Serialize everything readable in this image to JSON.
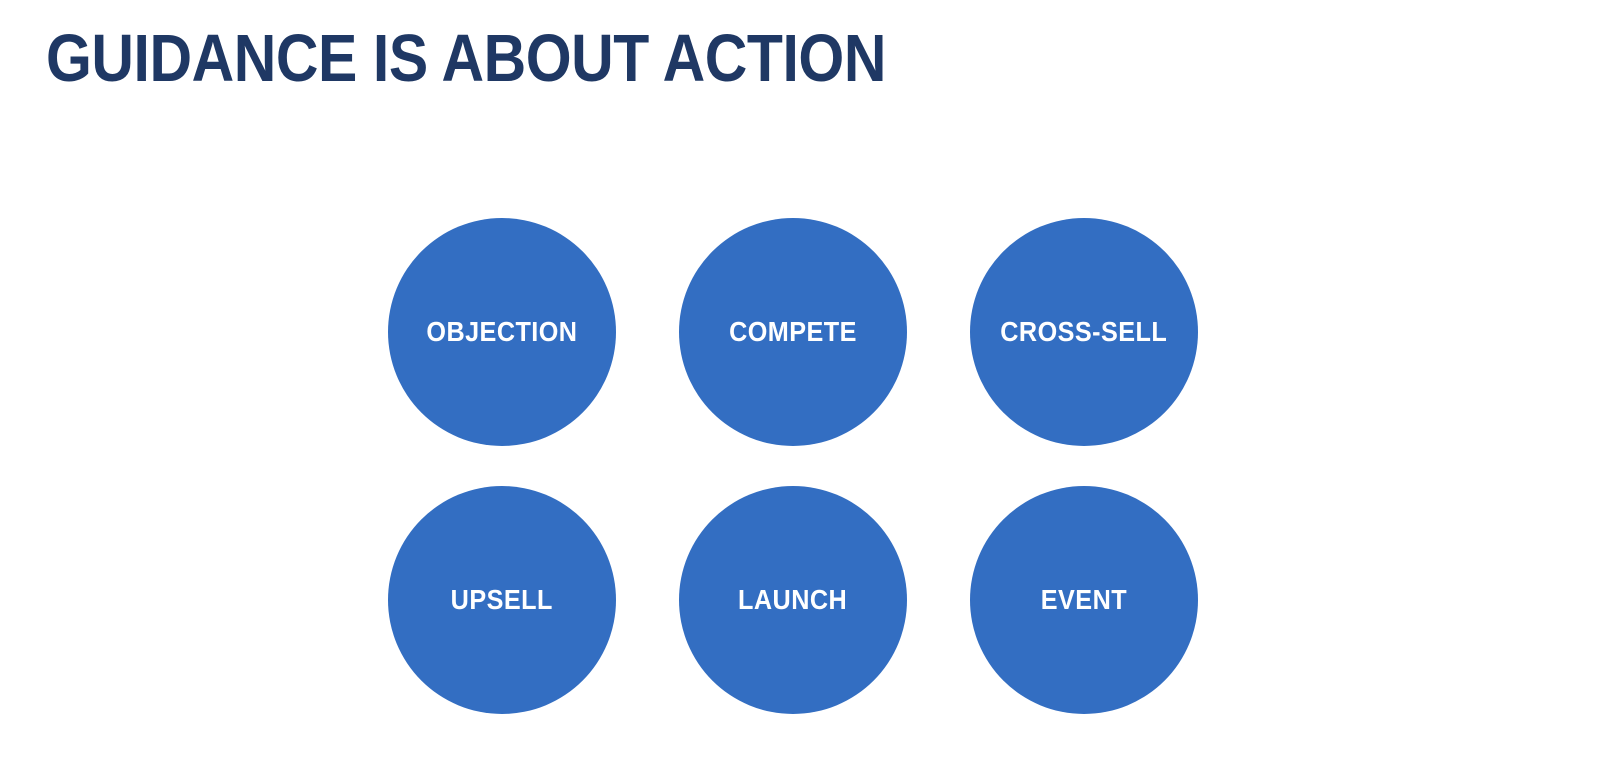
{
  "slide": {
    "title": "GUIDANCE IS ABOUT ACTION",
    "colors": {
      "title": "#1F3864",
      "circle_fill": "#336EC2",
      "circle_text": "#FFFFFF",
      "background": "#FFFFFF"
    },
    "circles": [
      {
        "label": "OBJECTION"
      },
      {
        "label": "COMPETE"
      },
      {
        "label": "CROSS-SELL"
      },
      {
        "label": "UPSELL"
      },
      {
        "label": "LAUNCH"
      },
      {
        "label": "EVENT"
      }
    ]
  }
}
